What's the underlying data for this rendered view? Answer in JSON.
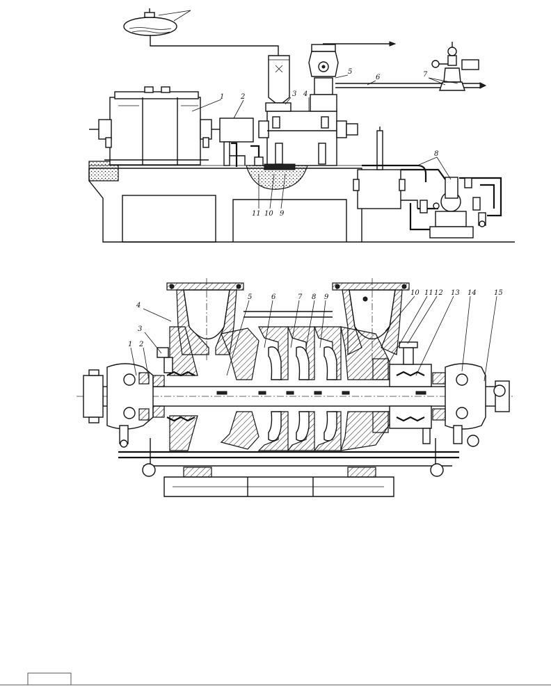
{
  "top_view": {
    "labels": [
      "1",
      "2",
      "3",
      "4",
      "5",
      "6",
      "7",
      "8",
      "9",
      "10",
      "11"
    ]
  },
  "section_view": {
    "labels": [
      "1",
      "2",
      "3",
      "4",
      "5",
      "6",
      "7",
      "8",
      "9",
      "10",
      "11",
      "12",
      "13",
      "14",
      "15"
    ]
  },
  "footer": {
    "page_number": ""
  }
}
